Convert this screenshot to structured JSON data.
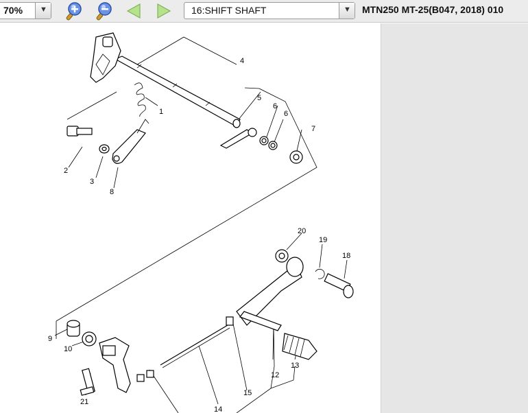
{
  "toolbar": {
    "zoom_value": "70%",
    "page_select_value": "16:SHIFT SHAFT",
    "model_title": "MTN250 MT-25(B047, 2018) 010"
  },
  "icons": {
    "zoom_in": "zoom-in-icon",
    "zoom_out": "zoom-out-icon",
    "prev": "arrow-left-icon",
    "next": "arrow-right-icon",
    "dropdown": "chevron-down-icon"
  },
  "callouts": {
    "p1": "1",
    "p2": "2",
    "p3": "3",
    "p4": "4",
    "p5": "5",
    "p6a": "6",
    "p6b": "6",
    "p7": "7",
    "p8": "8",
    "p9": "9",
    "p10": "10",
    "p12": "12",
    "p13": "13",
    "p14": "14",
    "p15": "15",
    "p18": "18",
    "p19": "19",
    "p20": "20",
    "p21": "21"
  },
  "colors": {
    "icon_green": "#b6e28c",
    "icon_blue": "#3f6fd1",
    "panel_gray": "#e6e6e6"
  }
}
